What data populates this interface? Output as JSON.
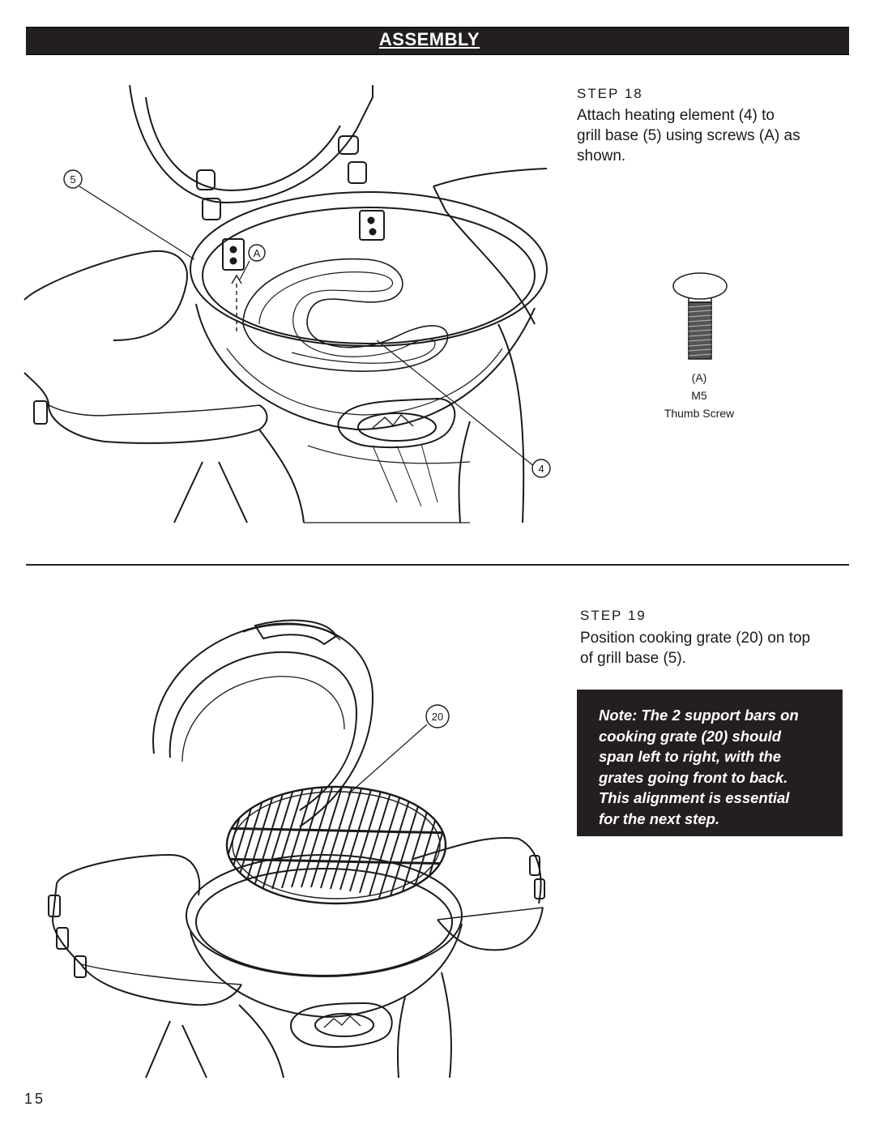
{
  "header": {
    "title": "ASSEMBLY"
  },
  "step18": {
    "label": "STEP 18",
    "text_lines": [
      "Attach heating element (4) to",
      "grill base (5) using screws (A) as",
      "shown."
    ],
    "callouts": {
      "base": "5",
      "screw": "A",
      "element": "4"
    },
    "part": {
      "id": "(A)",
      "size": "M5",
      "name": "Thumb Screw"
    }
  },
  "step19": {
    "label": "STEP 19",
    "text_lines": [
      "Position cooking grate (20) on top",
      "of grill base (5)."
    ],
    "callouts": {
      "grate": "20"
    },
    "note_lines": [
      "Note:  The 2 support bars on",
      "cooking grate (20) should",
      "span left to right, with the",
      "grates going front to back.",
      "This alignment is essential",
      "for the next step."
    ]
  },
  "footer": {
    "page_number": "15"
  }
}
